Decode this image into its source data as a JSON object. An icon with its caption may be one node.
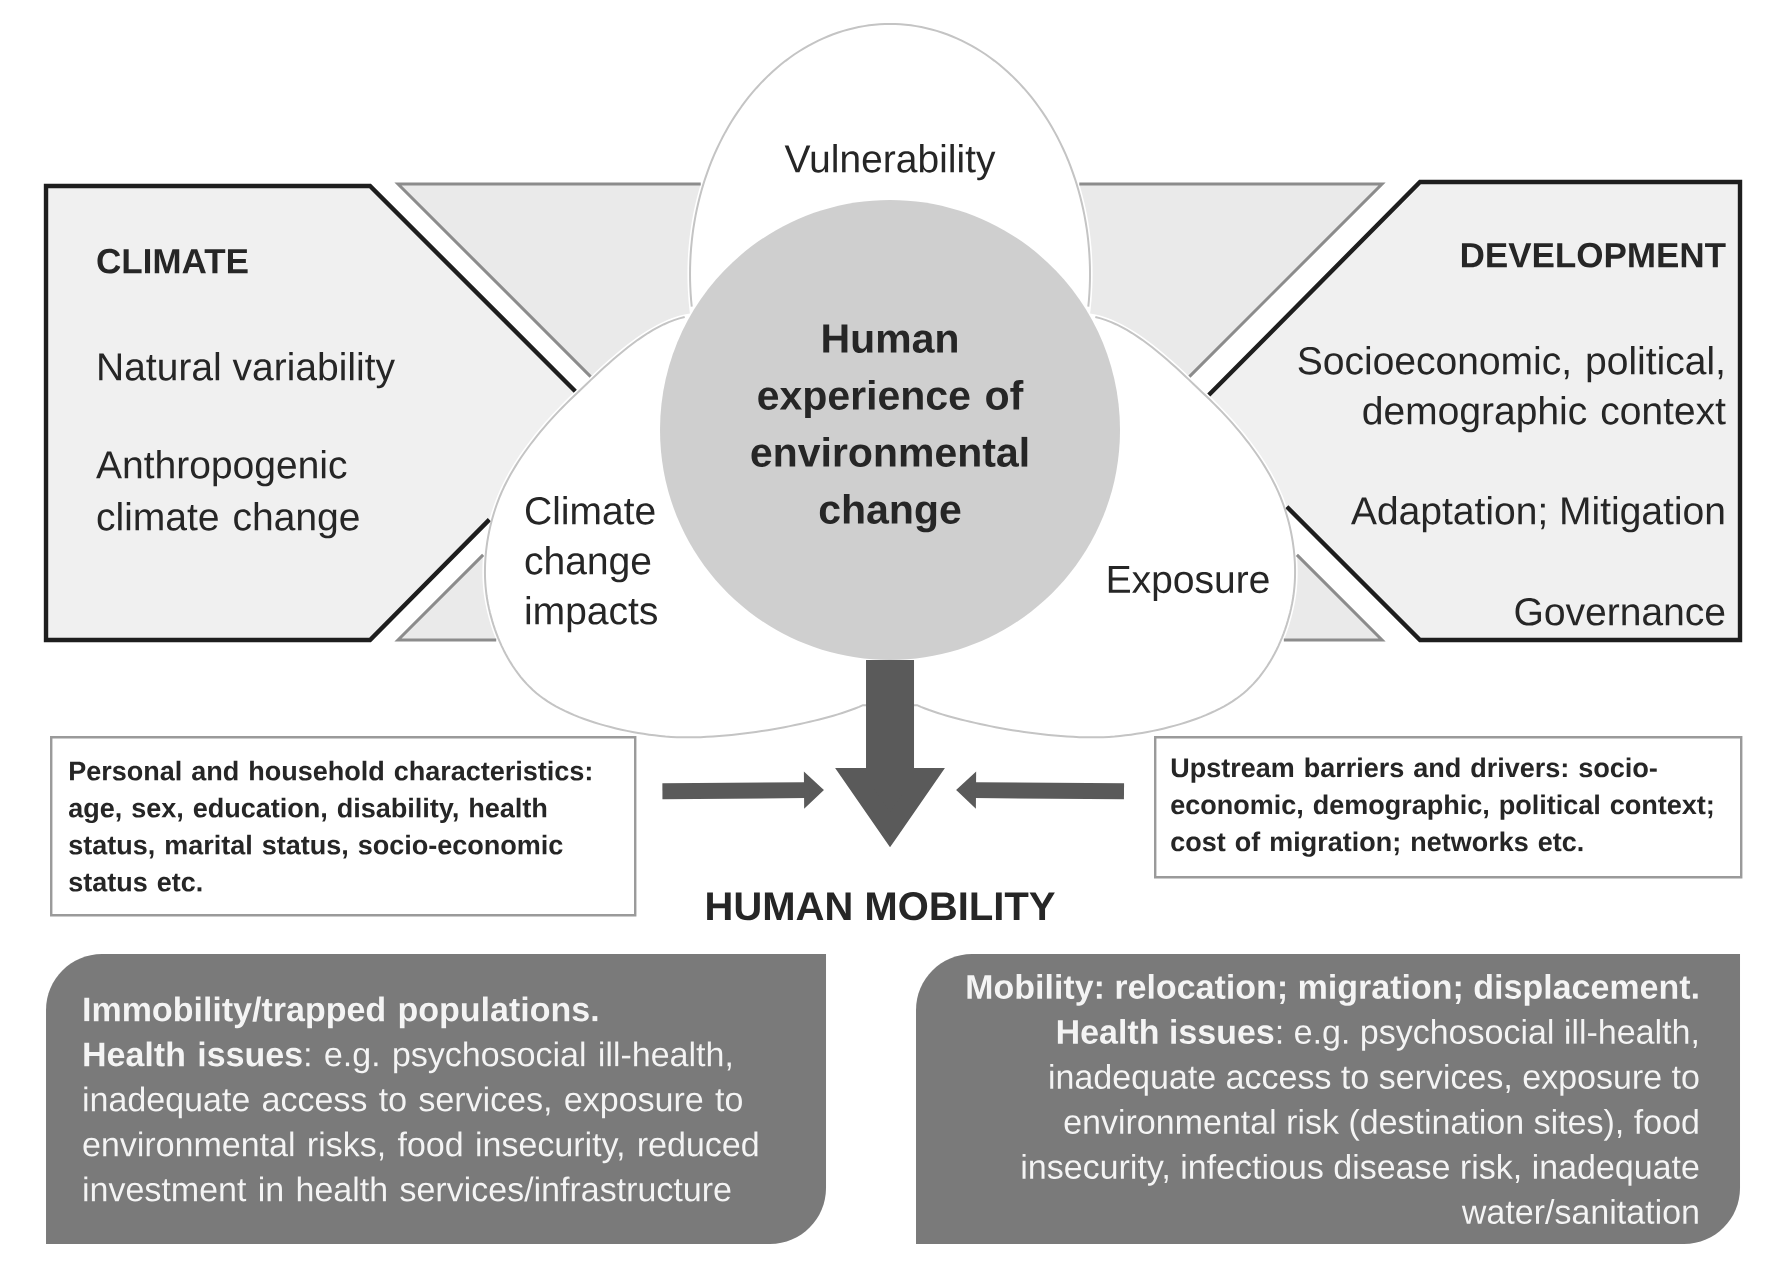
{
  "diagram": {
    "nodes": [
      {
        "text": [
          "Vulnerability"
        ]
      },
      {
        "text": [
          "CLIMATE",
          "Natural variability",
          "Anthropogenic climate change"
        ]
      },
      {
        "text": [
          "Human experience of environmental change"
        ]
      },
      {
        "text": [
          "DEVELOPMENT",
          "Socioeconomic, political, demographic context",
          "Adaptation; Mitigation",
          "Governance"
        ]
      },
      {
        "text": [
          "Climate change impacts"
        ]
      },
      {
        "text": [
          "Exposure"
        ]
      },
      {
        "text": [
          "Personal and household characteristics: age, sex, education, disability, health status, marital status, socio-economic status etc."
        ]
      },
      {
        "text": [
          "Upstream barriers and drivers: socio-economic, demographic, political context; cost of migration; networks etc."
        ]
      },
      {
        "text": [
          "HUMAN MOBILITY"
        ]
      },
      {
        "text": [
          "Immobility/trapped populations.",
          "**Health issues**: e.g. psychosocial ill-health, inadequate access to services, exposure to environmental risks, food insecurity, reduced investment in health services/infrastructure"
        ]
      },
      {
        "text": [
          "Mobility: relocation; migration; displacement.",
          "**Health issues**: e.g. psychosocial ill-health, inadequate access to services, exposure to environmental risk (destination sites), food insecurity, infectious disease risk, inadequate water/sanitation"
        ]
      }
    ],
    "edges": [
      {
        "from": 2,
        "to": 8,
        "arrow": "to",
        "style": "thick"
      },
      {
        "from": 6,
        "to": null,
        "arrow": "to"
      },
      {
        "from": 7,
        "to": null,
        "arrow": "to"
      }
    ]
  }
}
